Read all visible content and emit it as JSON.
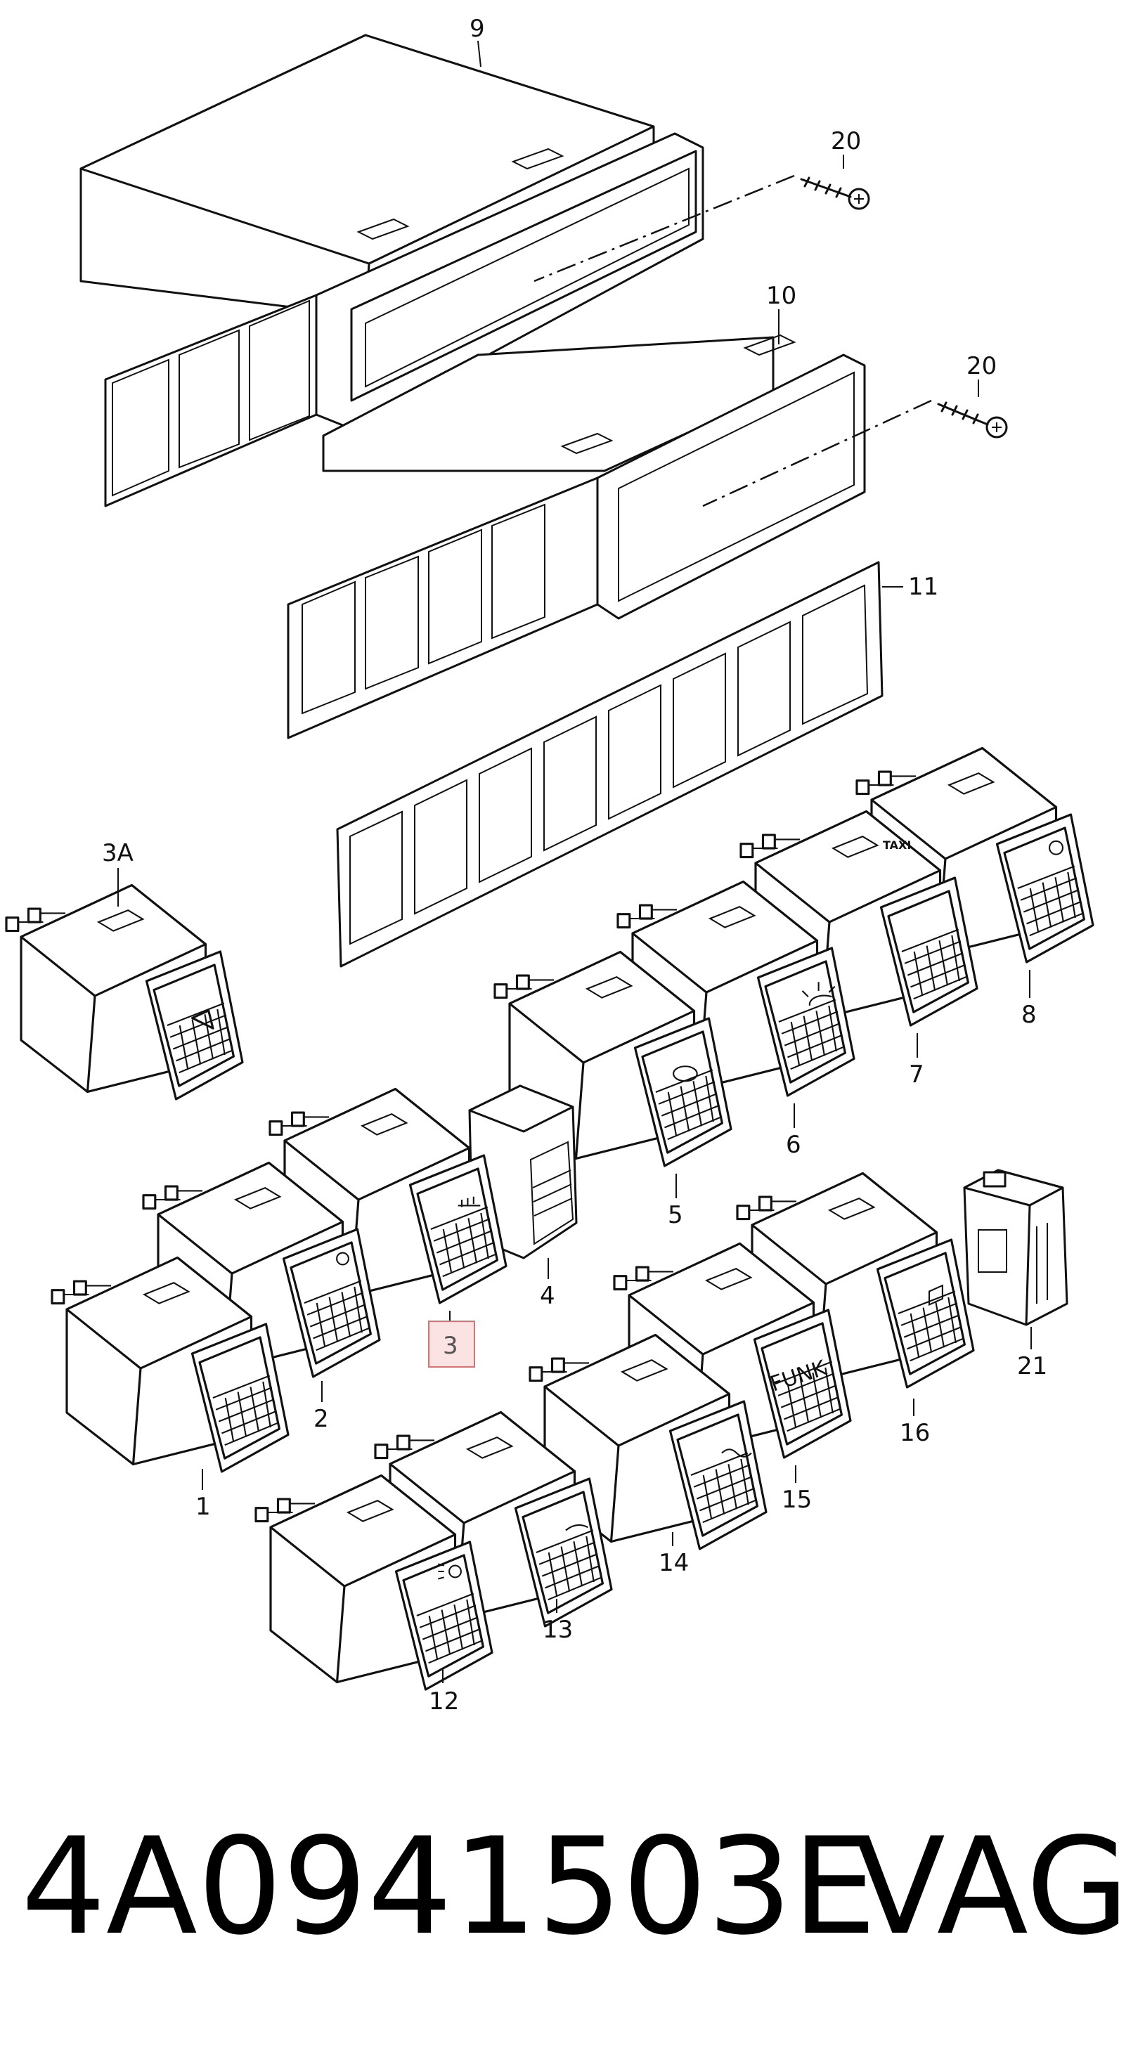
{
  "callouts": {
    "c9": "9",
    "c20a": "20",
    "c10": "10",
    "c20b": "20",
    "c11": "11",
    "c3A": "3A",
    "c8": "8",
    "c7": "7",
    "c6": "6",
    "c5": "5",
    "c4": "4",
    "c3": "3",
    "c2": "2",
    "c1": "1",
    "c16": "16",
    "c21": "21",
    "c15": "15",
    "c14": "14",
    "c13": "13",
    "c12": "12"
  },
  "switch_text": {
    "taxi": "TAXI",
    "funk": "FUNK"
  },
  "footer": {
    "part_number": "4A0941503E",
    "brand": "VAG"
  },
  "colors": {
    "highlight_border": "#e07070",
    "highlight_fill": "#fbe3e3"
  }
}
